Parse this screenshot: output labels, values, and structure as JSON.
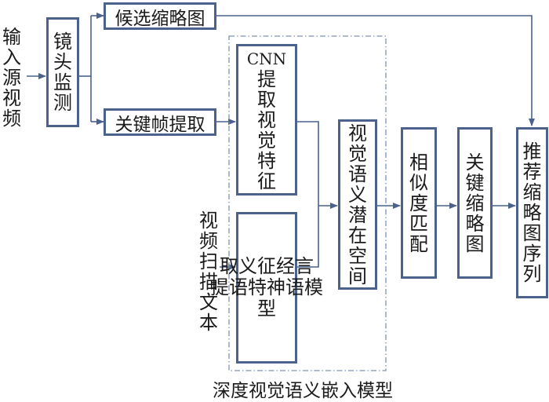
{
  "input_label": "输入源视频",
  "shot_detection": "镜头监测",
  "candidate_thumbnails": "候选缩略图",
  "keyframe_extraction": "关键帧提取",
  "cnn_line1": "CNN",
  "cnn_line2": "提取视觉特征",
  "text_input_label": "视频扫描文本",
  "language_model_rows": [
    "取义征经言",
    "提语特神语模",
    "型"
  ],
  "visual_semantic_space": "视觉语义潜在空间",
  "similarity_matching": "相似度匹配",
  "keyframe_thumbnails": "关键缩略图",
  "recommended_sequence": "推荐缩略图序列",
  "model_caption": "深度视觉语义嵌入模型",
  "colors": {
    "box_border": "#4a628c",
    "arrow": "#4a628c",
    "dashed": "#7f92b0",
    "text": "#1a1a1a"
  }
}
